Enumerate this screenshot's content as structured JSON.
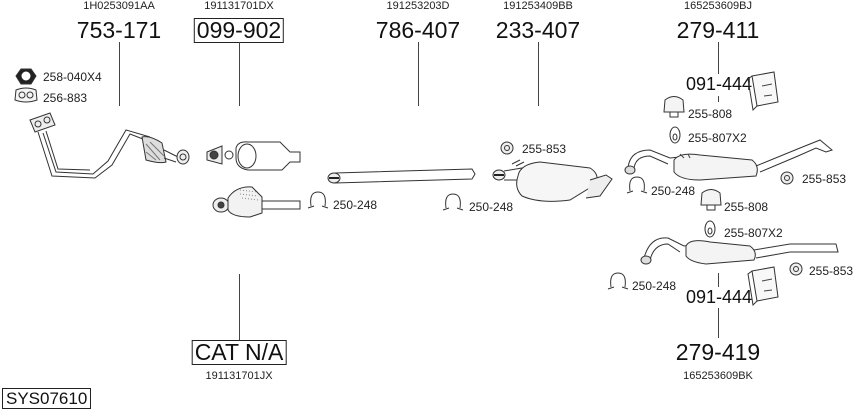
{
  "diagram": {
    "system_id": "SYS07610",
    "colors": {
      "line": "#444444",
      "text": "#111111",
      "background": "#ffffff"
    },
    "top_parts": [
      {
        "oem": "1H0253091AA",
        "part": "753-171",
        "boxed": false,
        "component": "front-pipe"
      },
      {
        "oem": "191131701DX",
        "part": "099-902",
        "boxed": true,
        "component": "catalytic-converter"
      },
      {
        "oem": "191253203D",
        "part": "786-407",
        "boxed": false,
        "component": "intermediate-pipe"
      },
      {
        "oem": "191253409BB",
        "part": "233-407",
        "boxed": false,
        "component": "middle-silencer"
      },
      {
        "oem": "165253609BJ",
        "part": "279-411",
        "boxed": false,
        "component": "rear-silencer"
      }
    ],
    "bottom_parts": [
      {
        "oem": "191131701JX",
        "part": "CAT N/A",
        "boxed": true,
        "component": "catalytic-converter-alt"
      },
      {
        "oem": "165253609BK",
        "part": "279-419",
        "boxed": false,
        "component": "rear-silencer-alt"
      }
    ],
    "mounting_kits": [
      {
        "part": "091-444",
        "position": "upper"
      },
      {
        "part": "091-444",
        "position": "lower"
      }
    ],
    "accessories": [
      {
        "part": "258-040X4",
        "icon": "nut-icon"
      },
      {
        "part": "256-883",
        "icon": "gasket-icon"
      },
      {
        "part": "250-248",
        "icon": "clamp-icon",
        "position": "cat"
      },
      {
        "part": "250-248",
        "icon": "clamp-icon",
        "position": "mid"
      },
      {
        "part": "255-853",
        "icon": "ring-icon",
        "position": "middle-silencer"
      },
      {
        "part": "255-808",
        "icon": "rubber-mount-icon",
        "position": "upper"
      },
      {
        "part": "255-807X2",
        "icon": "rubber-ring-icon",
        "position": "upper"
      },
      {
        "part": "250-248",
        "icon": "clamp-icon",
        "position": "rear-upper"
      },
      {
        "part": "255-853",
        "icon": "ring-icon",
        "position": "rear-upper"
      },
      {
        "part": "255-808",
        "icon": "rubber-mount-icon",
        "position": "lower"
      },
      {
        "part": "255-807X2",
        "icon": "rubber-ring-icon",
        "position": "lower"
      },
      {
        "part": "255-853",
        "icon": "ring-icon",
        "position": "rear-lower"
      },
      {
        "part": "250-248",
        "icon": "clamp-icon",
        "position": "rear-lower"
      }
    ]
  }
}
